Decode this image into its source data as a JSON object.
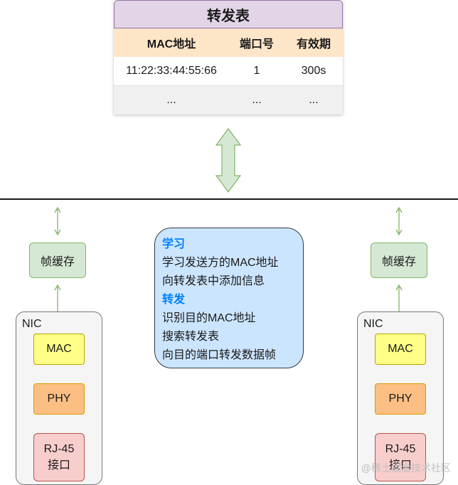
{
  "forwarding_table": {
    "title": "转发表",
    "headers": [
      "MAC地址",
      "端口号",
      "有效期"
    ],
    "rows": [
      [
        "11:22:33:44:55:66",
        "1",
        "300s"
      ],
      [
        "...",
        "...",
        "..."
      ]
    ]
  },
  "left_host": {
    "buffer_label": "帧缓存",
    "nic_label": "NIC",
    "mac_label": "MAC",
    "phy_label": "PHY",
    "rj45_line1": "RJ-45",
    "rj45_line2": "接口"
  },
  "right_host": {
    "buffer_label": "帧缓存",
    "nic_label": "NIC",
    "mac_label": "MAC",
    "phy_label": "PHY",
    "rj45_line1": "RJ-45",
    "rj45_line2": "接口"
  },
  "info_box": {
    "learn_heading": "学习",
    "learn_line1": "学习发送方的MAC地址",
    "learn_line2": "向转发表中添加信息",
    "forward_heading": "转发",
    "forward_line1": "识别目的MAC地址",
    "forward_line2": "搜索转发表",
    "forward_line3": "向目的端口转发数据帧"
  },
  "watermark": "@稀土掘金技术社区",
  "colors": {
    "title_fill": "#e1d5e7",
    "header_fill": "#fde5c8",
    "buffer_fill": "#d5e8d4",
    "mac_fill": "#ffff88",
    "phy_fill": "#fbbf83",
    "rj45_fill": "#f8cecc",
    "info_fill": "#cce5ff",
    "heading_text": "#007fff",
    "arrow": "#82b366"
  }
}
